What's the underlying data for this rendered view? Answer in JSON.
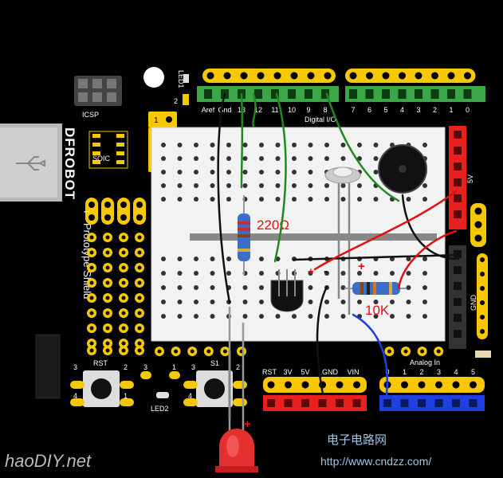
{
  "board": {
    "brand": "DFROBOT",
    "model": "Prototype Shield",
    "icsp_label": "ICSP",
    "soic_label": "SOIC",
    "led1_label": "LED1",
    "led2_label": "LED2",
    "two_label": "2",
    "one_label": "1"
  },
  "digital_header": {
    "title": "Digital I/O",
    "pins_left": [
      "Aref",
      "Gnd",
      "13",
      "12",
      "11",
      "10",
      "9",
      "8"
    ],
    "pins_right": [
      "7",
      "6",
      "5",
      "4",
      "3",
      "2",
      "1",
      "0"
    ]
  },
  "power_header": {
    "pins": [
      "RST",
      "3V",
      "5V",
      "GND",
      "VIN"
    ]
  },
  "analog_header": {
    "title": "Analog In",
    "pins": [
      "0",
      "1",
      "2",
      "3",
      "4",
      "5"
    ]
  },
  "side_labels": {
    "five_v": "5V",
    "gnd": "GND"
  },
  "buttons": {
    "rst": {
      "label": "RST",
      "pins": [
        "3",
        "2",
        "4",
        "1"
      ]
    },
    "s1": {
      "label": "S1",
      "pins": [
        "1",
        "3",
        "2",
        "4"
      ]
    }
  },
  "components": {
    "resistor_1": "220Ω",
    "resistor_2": "10K",
    "plus_sign": "+",
    "minus_sign": "-"
  },
  "watermarks": {
    "left": "haoDIY.net",
    "cn_title": "电子电路网",
    "url": "http://www.cndzz.com/"
  },
  "colors": {
    "board": "#000000",
    "breadboard": "#f2f2f2",
    "pad": "#f5c800",
    "digital_header": "#3aa647",
    "power_header": "#e8201f",
    "analog_header": "#1f3fe0",
    "wire_green": "#1f8a1f",
    "wire_red": "#e01010",
    "wire_blue": "#1f3fe0",
    "wire_black": "#111111"
  }
}
